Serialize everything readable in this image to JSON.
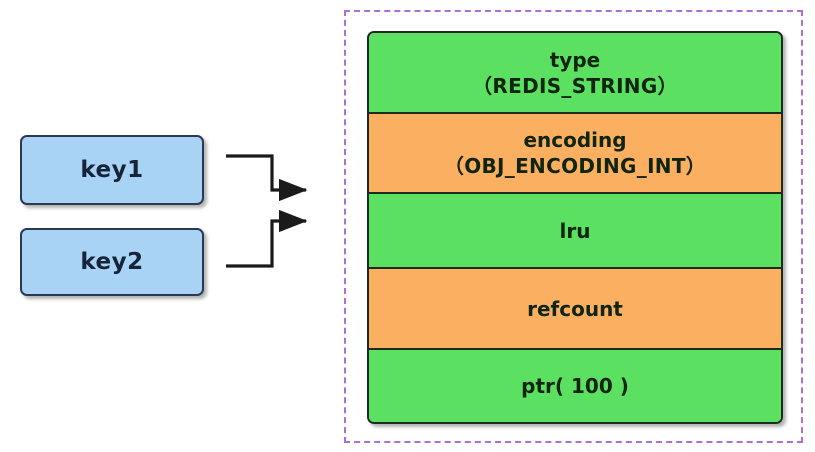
{
  "diagram": {
    "title": "Redis string object with two keys pointing to one redisObject",
    "colors": {
      "green": "#5be061",
      "orange": "#fab060",
      "key_blue": "#a9d3f5",
      "dashed_border_purple": "#ab6fd8",
      "outline_dark": "#1d2b1d",
      "arrow": "#1a1a1a"
    }
  },
  "keys": [
    {
      "label": "key1",
      "name": "key1-box"
    },
    {
      "label": "key2",
      "name": "key2-box"
    }
  ],
  "connectors": [
    {
      "name": "arrow-key1-to-object",
      "from": "key1",
      "to": "redis-object"
    },
    {
      "name": "arrow-key2-to-object",
      "from": "key2",
      "to": "redis-object"
    }
  ],
  "redis_object": {
    "fields": [
      {
        "name": "type",
        "detail": "（REDIS_STRING）",
        "fill": "green"
      },
      {
        "name": "encoding",
        "detail": "（OBJ_ENCODING_INT）",
        "fill": "orange"
      },
      {
        "name": "lru",
        "detail": "",
        "fill": "green"
      },
      {
        "name": "refcount",
        "detail": "",
        "fill": "orange"
      },
      {
        "name": "ptr( 100 )",
        "detail": "",
        "fill": "green"
      }
    ]
  }
}
